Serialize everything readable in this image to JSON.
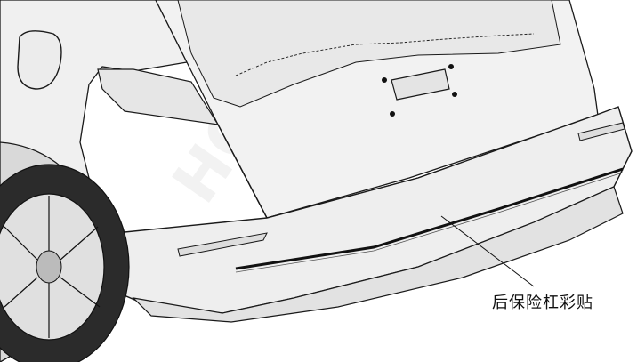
{
  "label": {
    "text": "后保险杠彩贴"
  },
  "watermark": {
    "left": "HONDA",
    "right": "HO"
  },
  "colors": {
    "stroke": "#1a1a1a",
    "body_fill": "#eeeeee",
    "shadow_fill": "#d9d9d9",
    "tire_fill": "#2b2b2b",
    "stripe": "#111111"
  }
}
